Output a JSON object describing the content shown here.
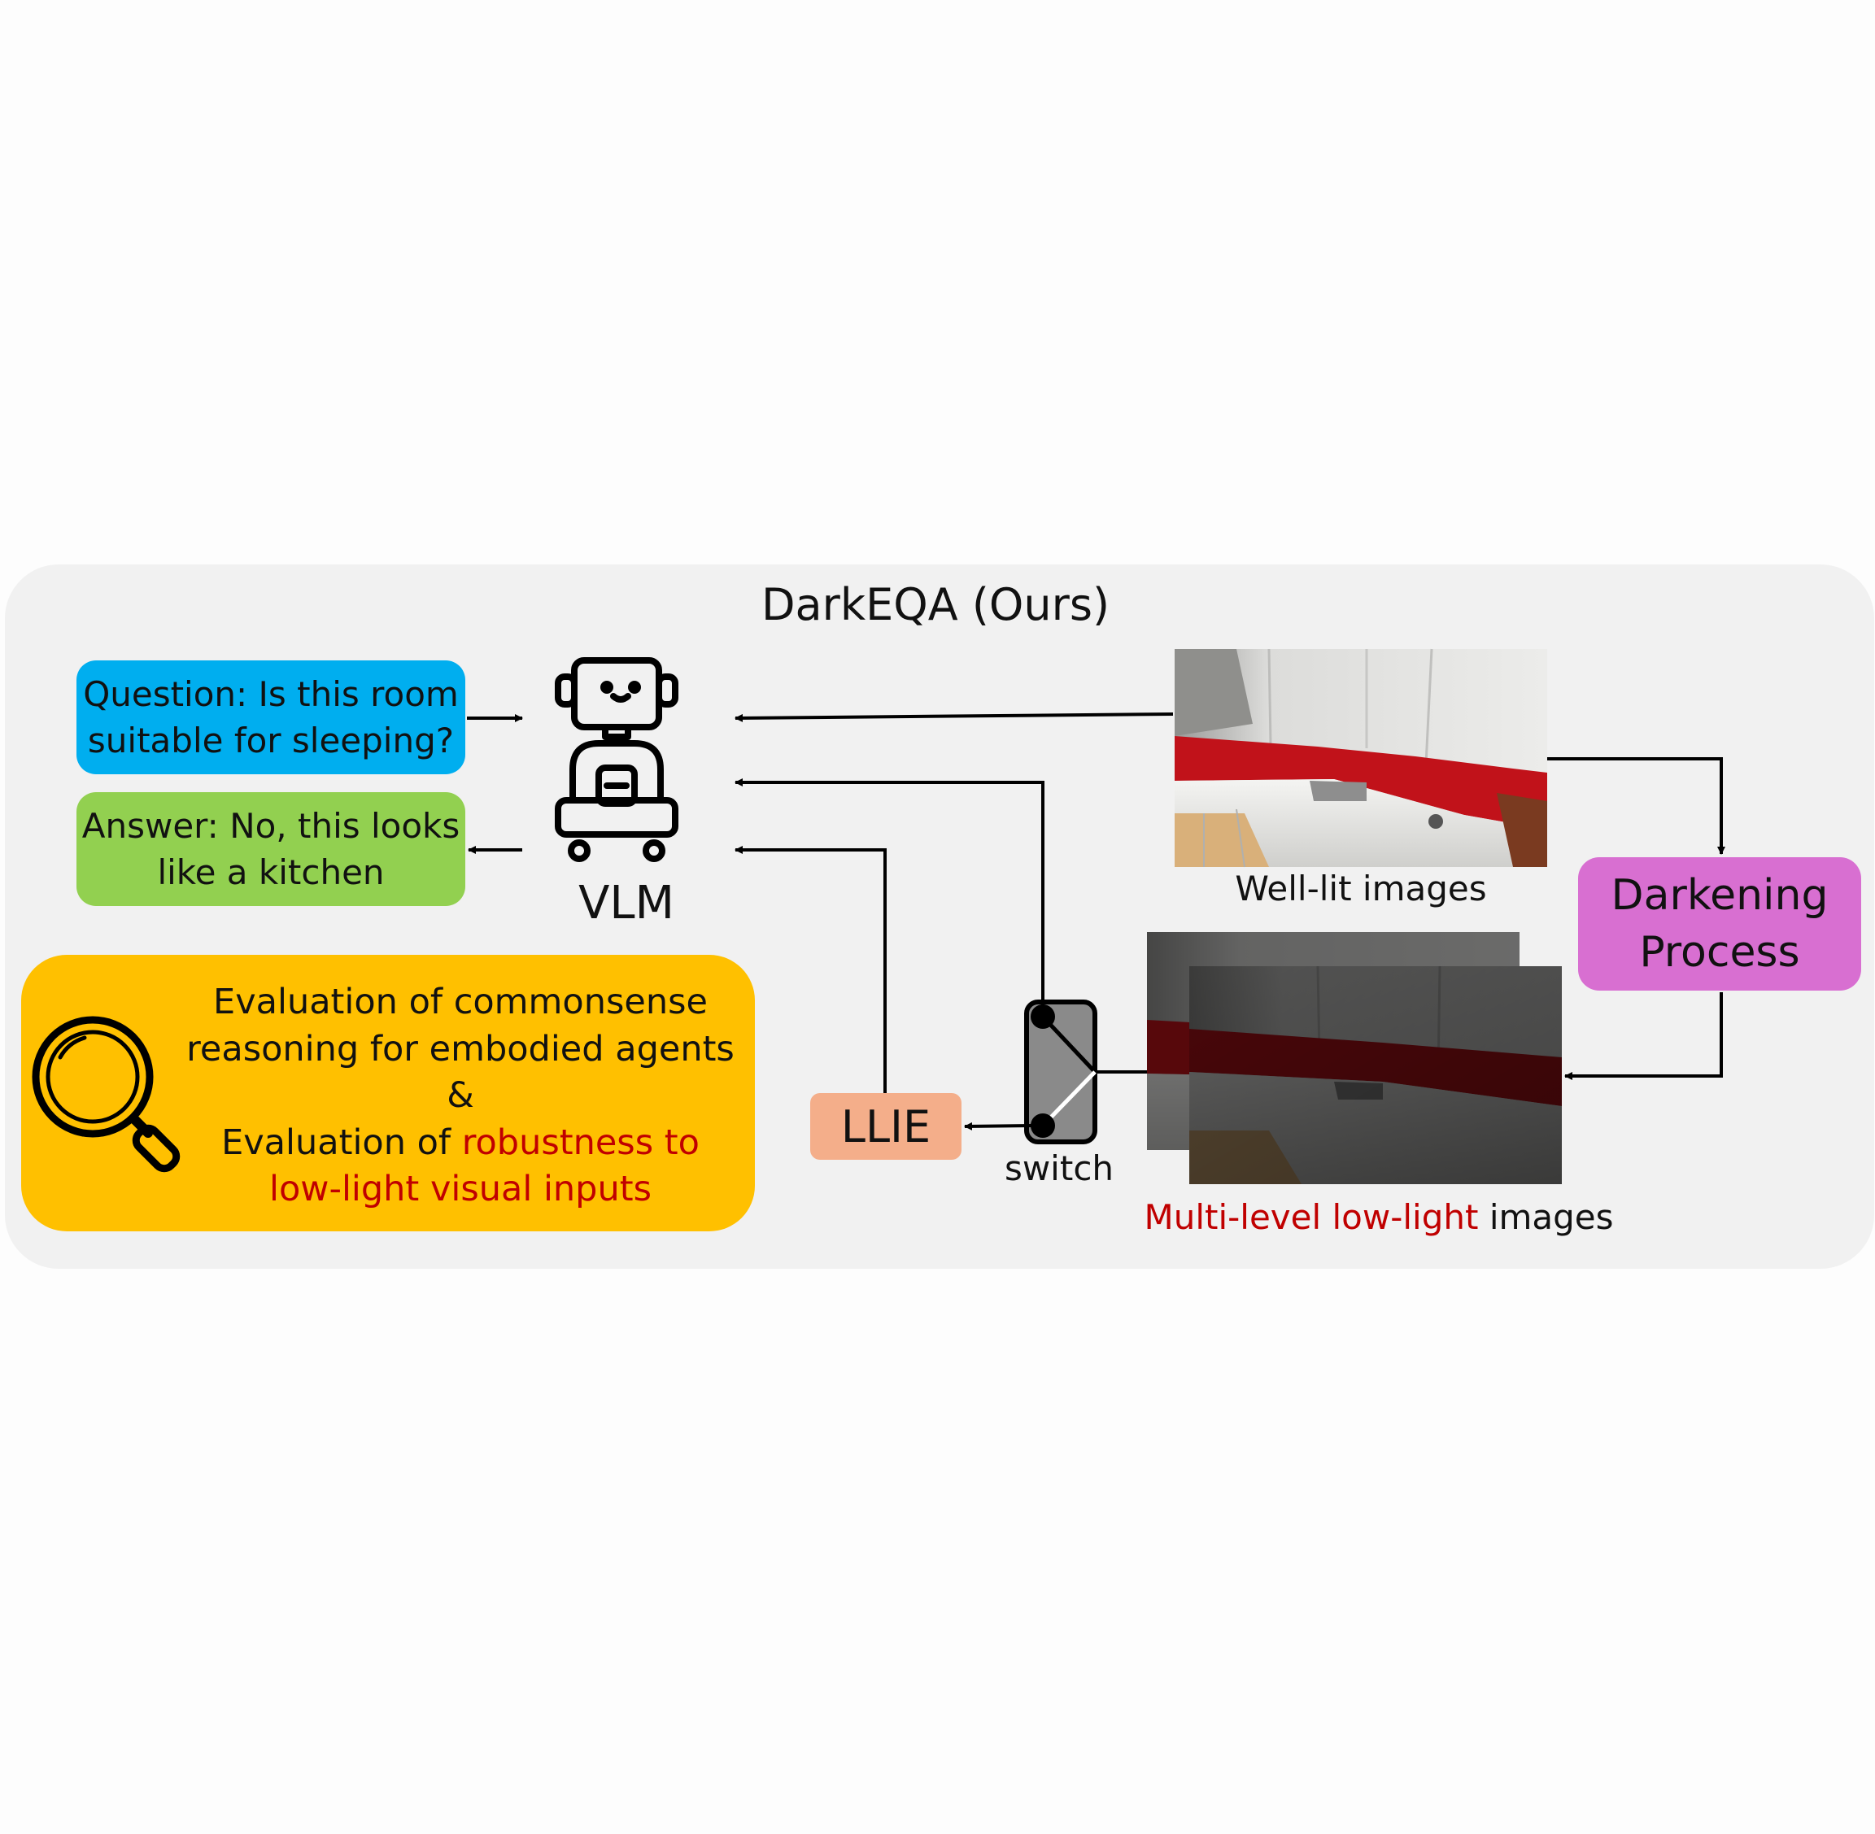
{
  "title": "DarkEQA (Ours)",
  "question": {
    "line1": "Question: Is this room",
    "line2": "suitable for sleeping?"
  },
  "answer": {
    "line1": "Answer: No, this looks",
    "line2": "like a kitchen"
  },
  "vlm_label": "VLM",
  "llie_label": "LLIE",
  "switch_label": "switch",
  "darkening": {
    "line1": "Darkening",
    "line2": "Process"
  },
  "well_lit_label": "Well-lit images",
  "low_light_label": {
    "highlight": "Multi-level low-light",
    "rest": " images"
  },
  "evaluation": {
    "line1": "Evaluation of  commonsense",
    "line2": "reasoning for embodied agents",
    "line3": "&",
    "line4_prefix": "Evaluation of ",
    "line4_highlight": "robustness to",
    "line5_highlight": "low-light visual inputs"
  },
  "colors": {
    "question_bg": "#00aeef",
    "answer_bg": "#92d050",
    "evaluation_bg": "#ffc000",
    "llie_bg": "#f4ae8a",
    "darkening_bg": "#d86fd1",
    "highlight_text": "#c00000"
  },
  "icons": [
    "robot-icon",
    "magnifier-icon",
    "switch-icon"
  ]
}
